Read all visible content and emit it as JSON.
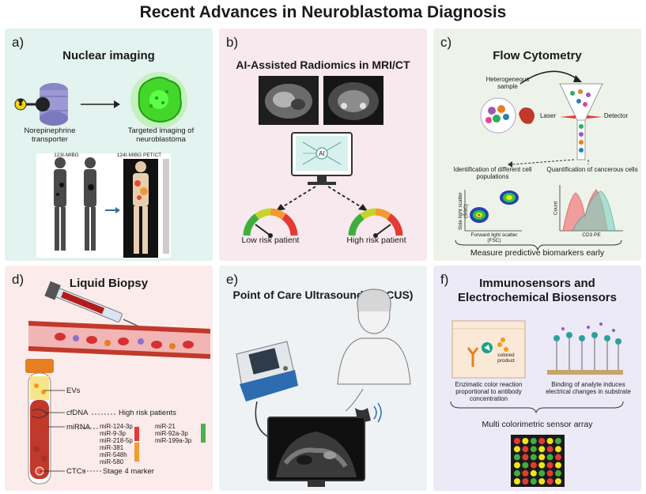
{
  "title": "Recent Advances in Neuroblastoma Diagnosis",
  "panels": {
    "a": {
      "letter": "a)",
      "title": "Nuclear imaging",
      "transporter_label": "Norepinephrine transporter",
      "imaging_label": "Targeted imaging of neuroblastoma",
      "scan1_label": "123I-MIBG",
      "scan2_label": "124I-MIBG PET/CT"
    },
    "b": {
      "letter": "b)",
      "title": "AI-Assisted Radiomics in MRI/CT",
      "ai_label": "AI",
      "low_label": "Low risk patient",
      "high_label": "High risk patient"
    },
    "c": {
      "letter": "c)",
      "title": "Flow Cytometry",
      "sample_label": "Heterogeneous sample",
      "laser_label": "Laser",
      "detector_label": "Detector",
      "ident_label": "Identification of different cell populations",
      "quant_label": "Quantification of cancerous cells",
      "scatter_ylabel": "Side light scatter (SSC)",
      "scatter_xlabel": "Forward light scatter (FSC)",
      "hist_ylabel": "Count",
      "hist_xlabel": "CD3 PE",
      "footer": "Measure predictive biomarkers early"
    },
    "d": {
      "letter": "d)",
      "title": "Liquid Biopsy",
      "evs": "EVs",
      "cfdna": "cfDNA",
      "cfdna_note": "High risk patients",
      "mirna": "miRNA",
      "mir_list1": [
        "miR-124-3p",
        "miR-9-3p",
        "miR-218-5p",
        "miR-381",
        "miR-548h",
        "miR-580"
      ],
      "mir_list2": [
        "miR-21",
        "miR-92a-3p",
        "miR-199a-3p"
      ],
      "ctcs": "CTCs",
      "ctcs_note": "Stage 4 marker"
    },
    "e": {
      "letter": "e)",
      "title": "Point of Care Ultrasound (POCUS)"
    },
    "f": {
      "letter": "f)",
      "title_line1": "Immunosensors and",
      "title_line2": "Electrochemical Biosensors",
      "colored_product": "colored product",
      "enzymatic_label": "Enzimatic color reaction proportional to antibody concentration",
      "binding_label": "Binding of analyte induces electrical changes in substrate",
      "array_label": "Multi colorimetric sensor array",
      "array_colors": [
        "#e53935",
        "#f2e21c",
        "#3fae3f"
      ]
    }
  }
}
